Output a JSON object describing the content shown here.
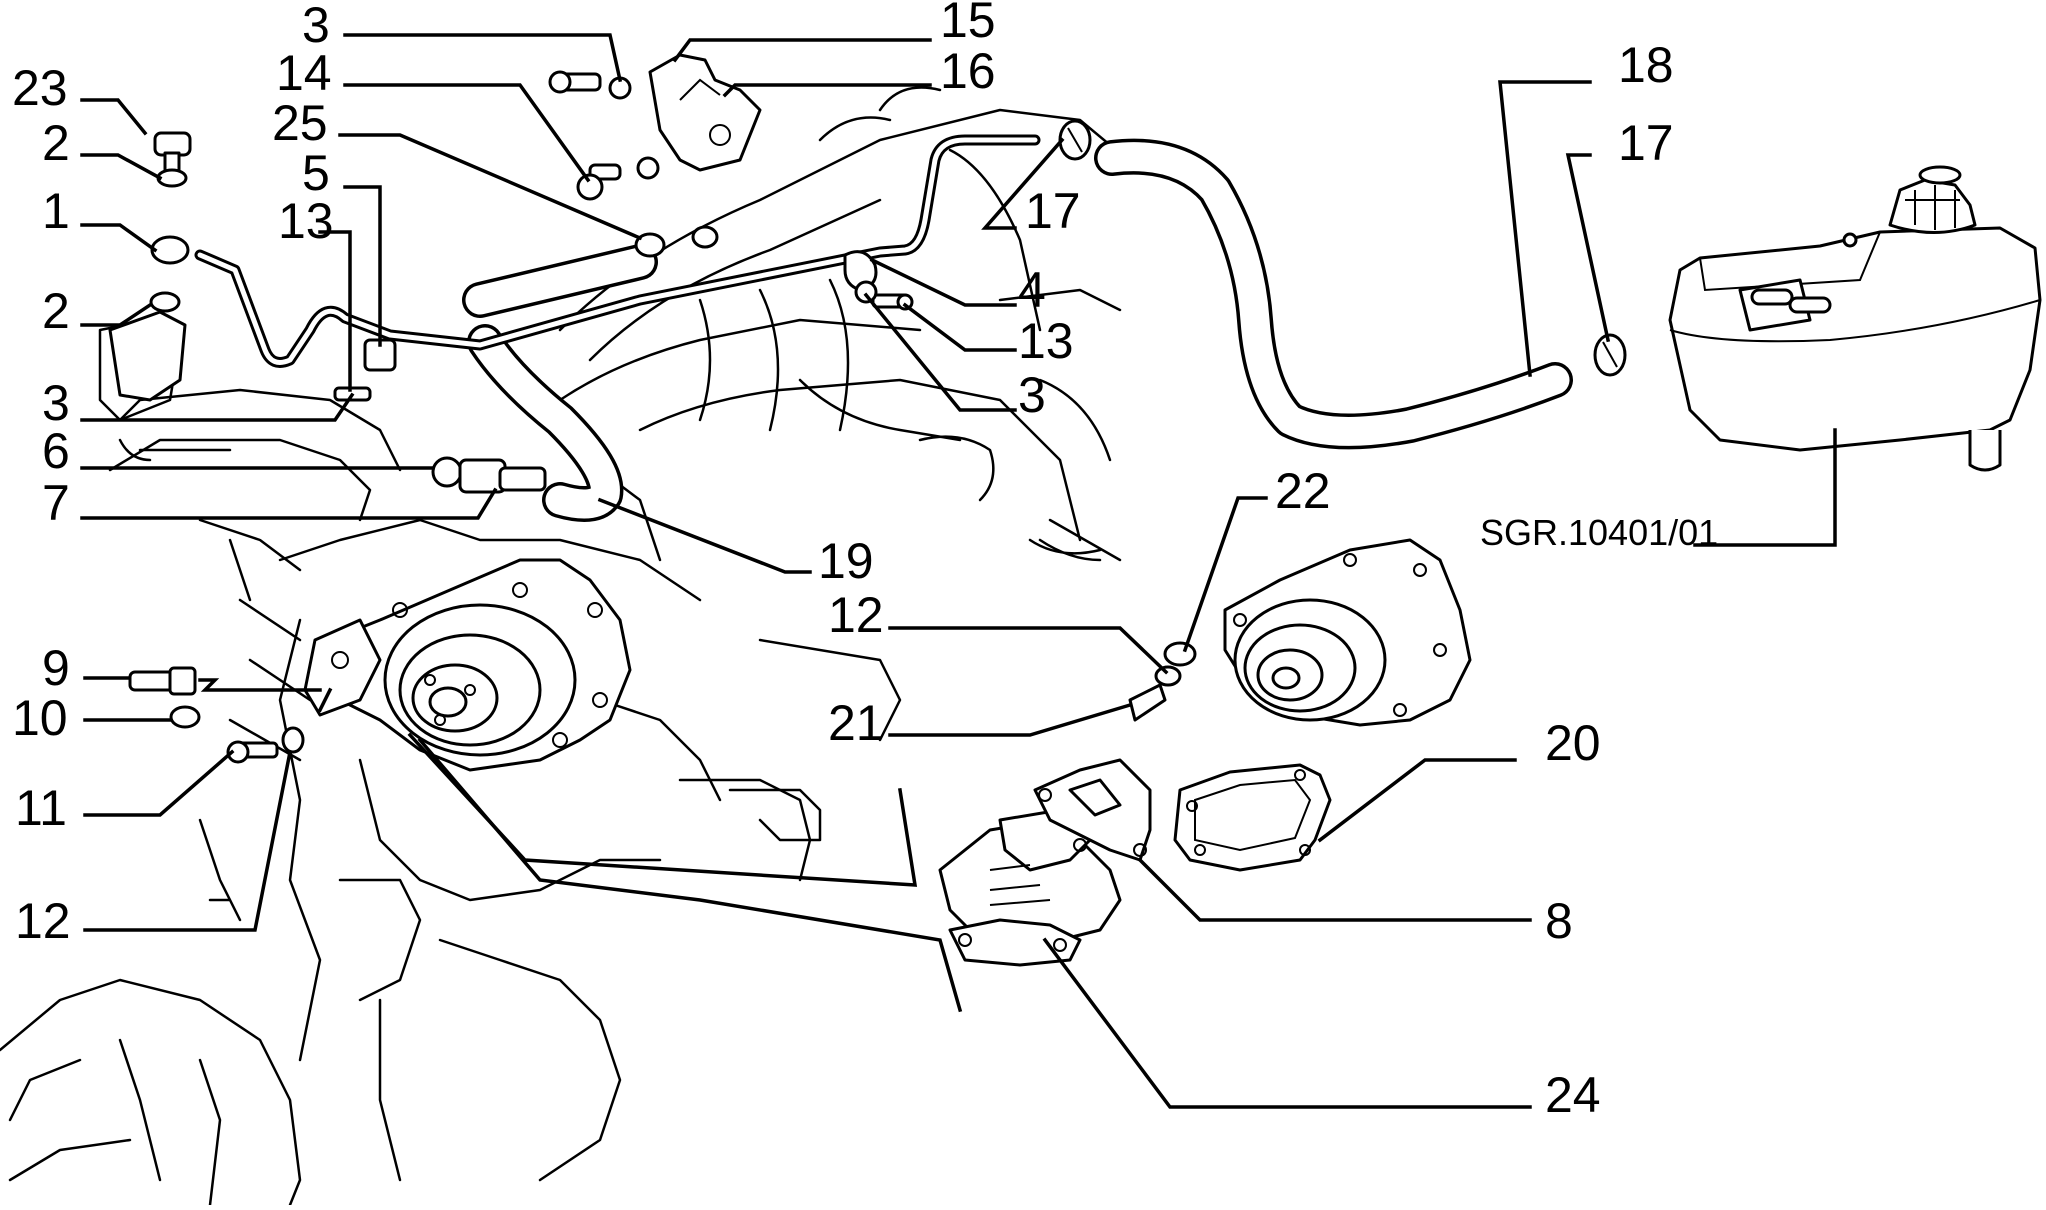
{
  "diagram": {
    "reference_code": "SGR.10401/01",
    "callouts": [
      {
        "id": "c23",
        "number": "23"
      },
      {
        "id": "c2a",
        "number": "2"
      },
      {
        "id": "c1",
        "number": "1"
      },
      {
        "id": "c2b",
        "number": "2"
      },
      {
        "id": "c3a",
        "number": "3"
      },
      {
        "id": "c6",
        "number": "6"
      },
      {
        "id": "c7",
        "number": "7"
      },
      {
        "id": "c3b",
        "number": "3"
      },
      {
        "id": "c14",
        "number": "14"
      },
      {
        "id": "c25",
        "number": "25"
      },
      {
        "id": "c5",
        "number": "5"
      },
      {
        "id": "c13a",
        "number": "13"
      },
      {
        "id": "c15",
        "number": "15"
      },
      {
        "id": "c16",
        "number": "16"
      },
      {
        "id": "c17a",
        "number": "17"
      },
      {
        "id": "c18",
        "number": "18"
      },
      {
        "id": "c17b",
        "number": "17"
      },
      {
        "id": "c4",
        "number": "4"
      },
      {
        "id": "c13b",
        "number": "13"
      },
      {
        "id": "c3c",
        "number": "3"
      },
      {
        "id": "c19",
        "number": "19"
      },
      {
        "id": "c22",
        "number": "22"
      },
      {
        "id": "c12a",
        "number": "12"
      },
      {
        "id": "c21",
        "number": "21"
      },
      {
        "id": "c20",
        "number": "20"
      },
      {
        "id": "c8",
        "number": "8"
      },
      {
        "id": "c24",
        "number": "24"
      },
      {
        "id": "c9",
        "number": "9"
      },
      {
        "id": "c10",
        "number": "10"
      },
      {
        "id": "c11",
        "number": "11"
      },
      {
        "id": "c12b",
        "number": "12"
      }
    ]
  }
}
